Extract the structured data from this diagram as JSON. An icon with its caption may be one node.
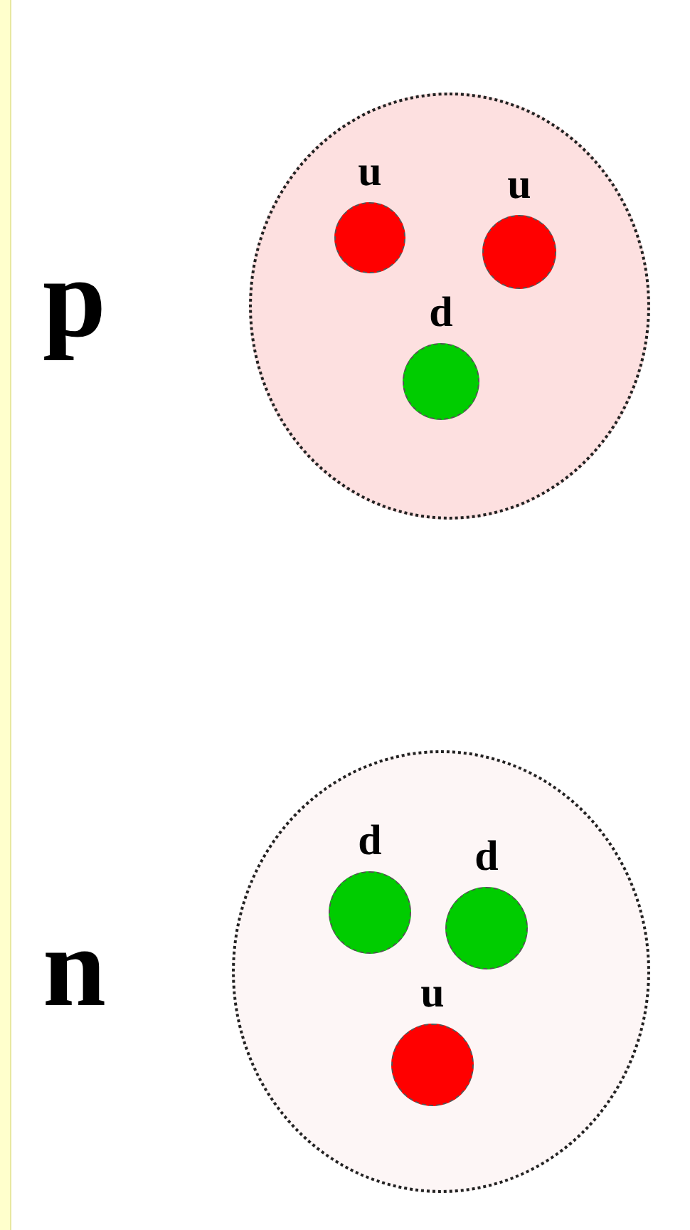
{
  "diagram": {
    "nodes": [
      {
        "text": [],
        "shape": "circle",
        "beside": [
          "p"
        ]
      },
      {
        "text": [
          "u"
        ],
        "in": 0
      },
      {
        "text": [
          "u"
        ],
        "in": 0
      },
      {
        "text": [
          "d"
        ],
        "in": 0
      },
      {
        "text": [],
        "shape": "circle",
        "beside": [
          "n"
        ]
      },
      {
        "text": [
          "d"
        ],
        "in": 4
      },
      {
        "text": [
          "d"
        ],
        "in": 4
      },
      {
        "text": [
          "u"
        ],
        "in": 4
      }
    ]
  }
}
